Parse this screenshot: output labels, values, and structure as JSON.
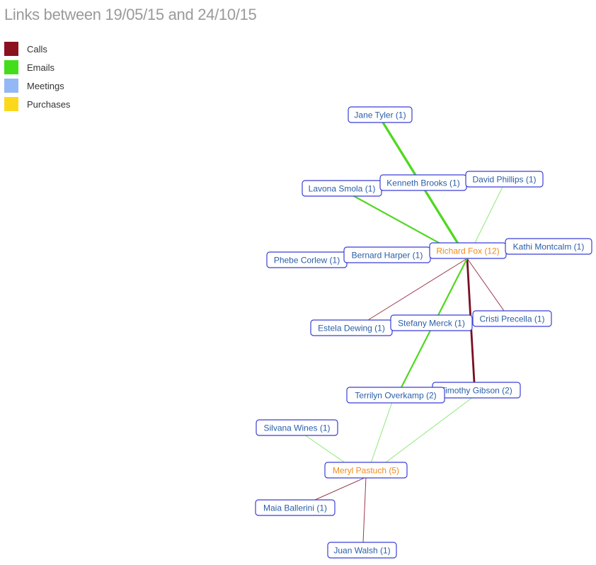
{
  "title": "Links between 19/05/15 and 24/10/15",
  "legend": [
    {
      "label": "Calls",
      "color": "#8b1020"
    },
    {
      "label": "Emails",
      "color": "#44dd1a"
    },
    {
      "label": "Meetings",
      "color": "#93b8f5"
    },
    {
      "label": "Purchases",
      "color": "#fcd81c"
    }
  ],
  "nodes": [
    {
      "id": "jane_tyler",
      "label": "Jane Tyler (1)",
      "hub": false
    },
    {
      "id": "lavona_smola",
      "label": "Lavona Smola (1)",
      "hub": false
    },
    {
      "id": "kenneth_brooks",
      "label": "Kenneth Brooks (1)",
      "hub": false
    },
    {
      "id": "david_phillips",
      "label": "David Phillips (1)",
      "hub": false
    },
    {
      "id": "phebe_corlew",
      "label": "Phebe Corlew (1)",
      "hub": false
    },
    {
      "id": "bernard_harper",
      "label": "Bernard Harper (1)",
      "hub": false
    },
    {
      "id": "richard_fox",
      "label": "Richard Fox (12)",
      "hub": true
    },
    {
      "id": "kathi_montcalm",
      "label": "Kathi Montcalm (1)",
      "hub": false
    },
    {
      "id": "estela_dewing",
      "label": "Estela Dewing (1)",
      "hub": false
    },
    {
      "id": "stefany_merck",
      "label": "Stefany Merck (1)",
      "hub": false
    },
    {
      "id": "cristi_precella",
      "label": "Cristi Precella (1)",
      "hub": false
    },
    {
      "id": "timothy_gibson",
      "label": "Timothy Gibson (2)",
      "hub": false
    },
    {
      "id": "terrilyn_overkamp",
      "label": "Terrilyn Overkamp (2)",
      "hub": false
    },
    {
      "id": "silvana_wines",
      "label": "Silvana Wines (1)",
      "hub": false
    },
    {
      "id": "meryl_pastuch",
      "label": "Meryl Pastuch (5)",
      "hub": true
    },
    {
      "id": "maia_ballerini",
      "label": "Maia Ballerini (1)",
      "hub": false
    },
    {
      "id": "juan_walsh",
      "label": "Juan Walsh (1)",
      "hub": false
    }
  ],
  "links": [
    {
      "source": "jane_tyler",
      "target": "richard_fox",
      "type": "Emails",
      "weight": 3
    },
    {
      "source": "lavona_smola",
      "target": "richard_fox",
      "type": "Emails",
      "weight": 2
    },
    {
      "source": "david_phillips",
      "target": "richard_fox",
      "type": "Emails",
      "weight": 1
    },
    {
      "source": "estela_dewing",
      "target": "richard_fox",
      "type": "Calls",
      "weight": 1
    },
    {
      "source": "cristi_precella",
      "target": "richard_fox",
      "type": "Calls",
      "weight": 1
    },
    {
      "source": "timothy_gibson",
      "target": "richard_fox",
      "type": "Calls",
      "weight": 2.5
    },
    {
      "source": "terrilyn_overkamp",
      "target": "richard_fox",
      "type": "Emails",
      "weight": 2
    },
    {
      "source": "terrilyn_overkamp",
      "target": "meryl_pastuch",
      "type": "Emails",
      "weight": 1
    },
    {
      "source": "timothy_gibson",
      "target": "meryl_pastuch",
      "type": "Emails",
      "weight": 1
    },
    {
      "source": "silvana_wines",
      "target": "meryl_pastuch",
      "type": "Emails",
      "weight": 1
    },
    {
      "source": "maia_ballerini",
      "target": "meryl_pastuch",
      "type": "Calls",
      "weight": 1
    },
    {
      "source": "juan_walsh",
      "target": "meryl_pastuch",
      "type": "Calls",
      "weight": 1
    }
  ]
}
